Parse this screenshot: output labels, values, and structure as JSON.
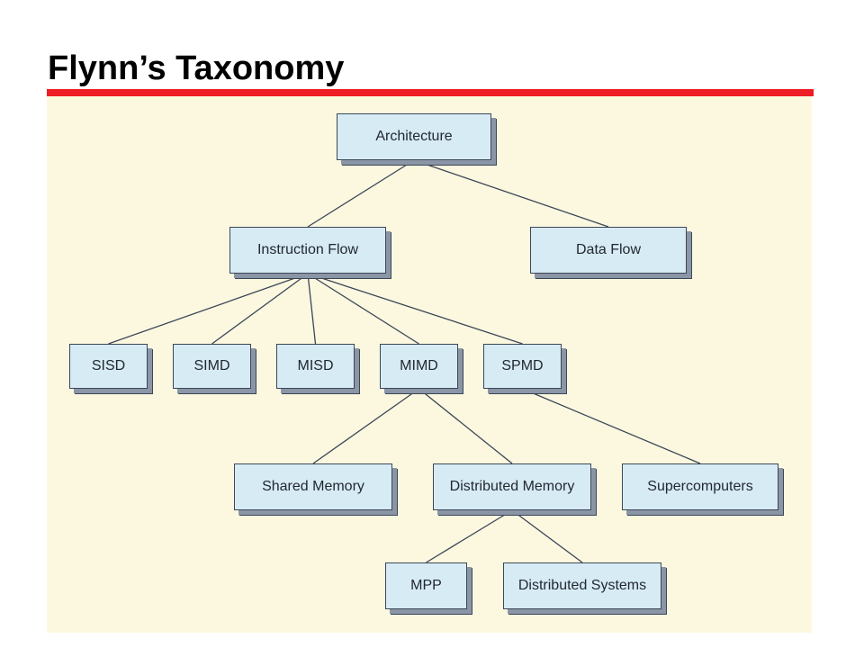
{
  "slide": {
    "title": "Flynn’s Taxonomy"
  },
  "colors": {
    "title_rule": "#ee1c24",
    "panel_background": "#fcf8e0",
    "node_fill": "#d7ebf5",
    "node_border": "#3c4656",
    "connector": "#3c4656"
  },
  "diagram": {
    "type": "hierarchy",
    "nodes": {
      "architecture": "Architecture",
      "instruction_flow": "Instruction Flow",
      "data_flow": "Data Flow",
      "sisd": "SISD",
      "simd": "SIMD",
      "misd": "MISD",
      "mimd": "MIMD",
      "spmd": "SPMD",
      "shared_memory": "Shared Memory",
      "distributed_memory": "Distributed Memory",
      "supercomputers": "Supercomputers",
      "mpp": "MPP",
      "distributed_systems": "Distributed Systems"
    },
    "edges": [
      [
        "architecture",
        "instruction_flow"
      ],
      [
        "architecture",
        "data_flow"
      ],
      [
        "instruction_flow",
        "sisd"
      ],
      [
        "instruction_flow",
        "simd"
      ],
      [
        "instruction_flow",
        "misd"
      ],
      [
        "instruction_flow",
        "mimd"
      ],
      [
        "instruction_flow",
        "spmd"
      ],
      [
        "mimd",
        "shared_memory"
      ],
      [
        "mimd",
        "distributed_memory"
      ],
      [
        "spmd",
        "supercomputers"
      ],
      [
        "distributed_memory",
        "mpp"
      ],
      [
        "distributed_memory",
        "distributed_systems"
      ]
    ]
  }
}
